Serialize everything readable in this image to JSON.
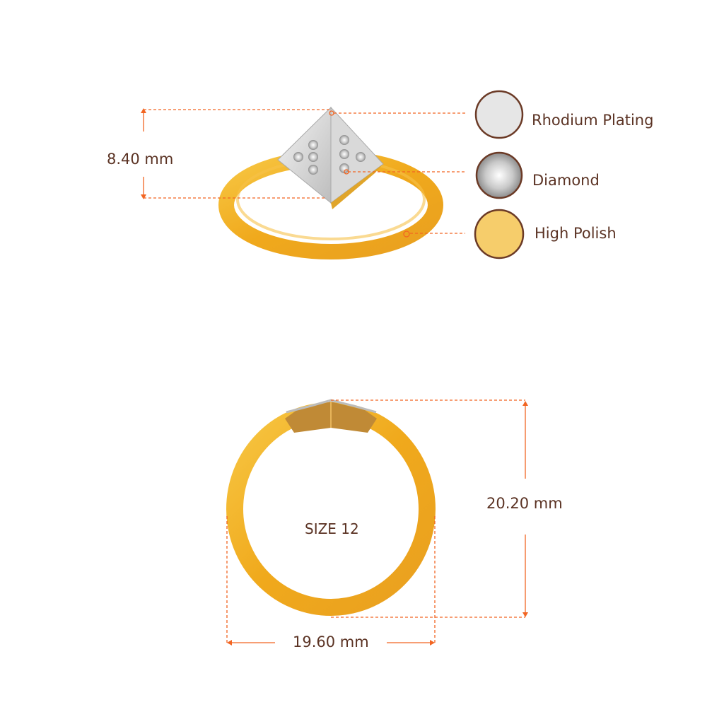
{
  "dimensions": {
    "head_height": "8.40 mm",
    "ring_height": "20.20 mm",
    "ring_width": "19.60 mm",
    "size": "SIZE 12"
  },
  "legend": [
    {
      "label": "Rhodium Plating",
      "icon": "rhodium-swatch",
      "color": "#e6e6e6"
    },
    {
      "label": "Diamond",
      "icon": "diamond-swatch",
      "color": "#d8d8d8"
    },
    {
      "label": "High Polish",
      "icon": "gold-swatch",
      "color": "#f6cd6b"
    }
  ],
  "colors": {
    "accent": "#f26522",
    "text": "#5b3324",
    "gold": "#f2b632",
    "swatch_border": "#6b3a26"
  }
}
